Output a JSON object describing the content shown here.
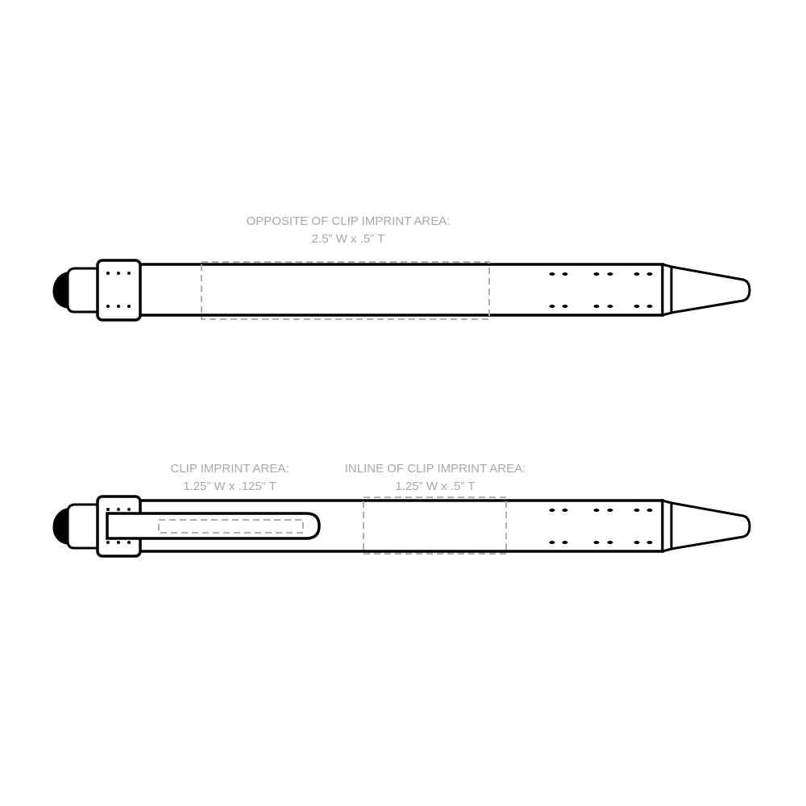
{
  "pens": [
    {
      "name": "pen-opposite-clip-view",
      "labels": [
        {
          "title": "OPPOSITE OF CLIP IMPRINT AREA:",
          "size": "2.5” W x  .5” T"
        }
      ],
      "has_clip": false
    },
    {
      "name": "pen-clip-view",
      "labels": [
        {
          "title": "CLIP IMPRINT AREA:",
          "size": "1.25” W x .125” T"
        },
        {
          "title": "INLINE OF CLIP IMPRINT AREA:",
          "size": "1.25” W x .5” T"
        }
      ],
      "has_clip": true
    }
  ],
  "colors": {
    "outline": "#000000",
    "imprint_dash": "#b0b0b0",
    "label": "#a8a8a8"
  }
}
